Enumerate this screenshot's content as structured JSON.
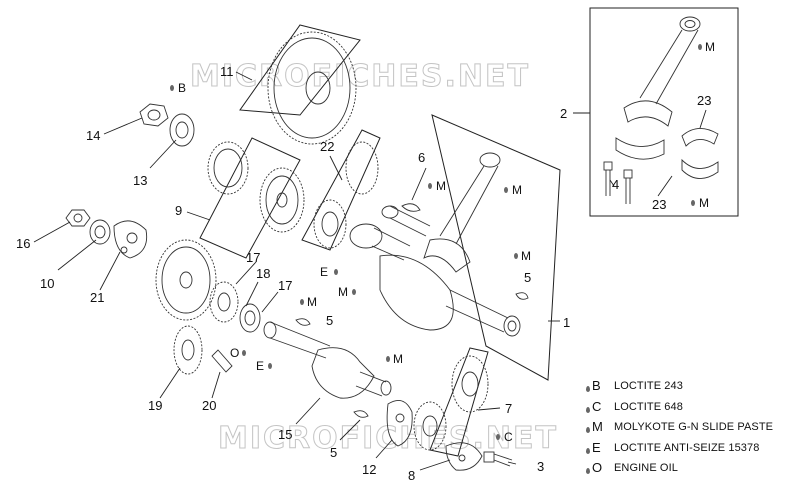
{
  "watermark": "MICROFICHES.NET",
  "callouts": {
    "c1": "1",
    "c2": "2",
    "c3": "3",
    "c4": "4",
    "c5a": "5",
    "c5b": "5",
    "c5c": "5",
    "c6": "6",
    "c7": "7",
    "c8": "8",
    "c9": "9",
    "c10": "10",
    "c11": "11",
    "c12": "12",
    "c13": "13",
    "c14": "14",
    "c15": "15",
    "c16": "16",
    "c17a": "17",
    "c17b": "17",
    "c18": "18",
    "c19": "19",
    "c20": "20",
    "c21": "21",
    "c22": "22",
    "c23a": "23",
    "c23b": "23"
  },
  "marks": {
    "m_rod_top": "M",
    "m_b_top": "B",
    "m_6": "M",
    "m_rod": "M",
    "m_4": "M",
    "m_e_crank": "E",
    "m_m_crank": "M",
    "m_m_crank2": "M",
    "m_m_shaft": "M",
    "m_o": "O",
    "m_e_shaft": "E",
    "m_m_shaft2": "M",
    "m_c": "C"
  },
  "legend": [
    {
      "code": "B",
      "text": "LOCTITE 243"
    },
    {
      "code": "C",
      "text": "LOCTITE 648"
    },
    {
      "code": "M",
      "text": "MOLYKOTE G-N SLIDE PASTE"
    },
    {
      "code": "E",
      "text": "LOCTITE ANTI-SEIZE 15378"
    },
    {
      "code": "O",
      "text": "ENGINE OIL"
    }
  ]
}
